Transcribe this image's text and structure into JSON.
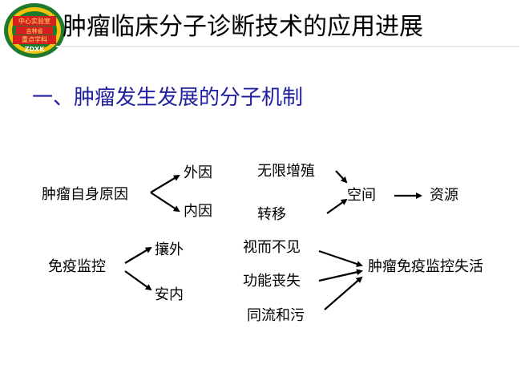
{
  "logo": {
    "line1": "中心实验室",
    "line2": "吉林省",
    "line3": "重点学科",
    "line4": "ZDXK",
    "colors": {
      "outer": "#1f7a2e",
      "ring": "#f4c20d",
      "text_band": "#d62020",
      "inner": "#1f7a2e"
    }
  },
  "title": "肿瘤临床分子诊断技术的应用进展",
  "subtitle": "一、肿瘤发生发展的分子机制",
  "diagram": {
    "nodes": {
      "tumor_self": "肿瘤自身原因",
      "external": "外因",
      "internal": "内因",
      "unlimited": "无限增殖",
      "metastasis": "转移",
      "space": "空间",
      "resource": "资源",
      "immune": "免疫监控",
      "reject_outside": "攘外",
      "secure_inside": "安内",
      "blind": "视而不见",
      "dysfunction": "功能丧失",
      "collusion": "同流和污",
      "failure": "肿瘤免疫监控失活"
    }
  },
  "colors": {
    "subtitle": "#1f1f9f",
    "arrow": "#000000"
  }
}
